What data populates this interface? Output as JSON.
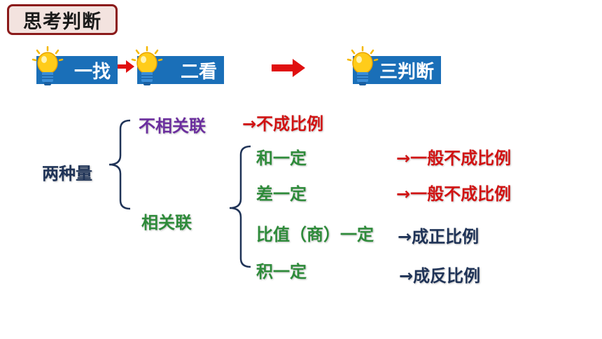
{
  "title": "思考判断",
  "steps": [
    {
      "label": "一找"
    },
    {
      "label": "二看"
    },
    {
      "label": "三判断"
    }
  ],
  "tree": {
    "root": "两种量",
    "unrelated": {
      "label": "不相关联",
      "result": "→不成比例"
    },
    "related": {
      "label": "相关联",
      "items": [
        {
          "label": "和一定",
          "result": "→一般不成比例"
        },
        {
          "label": "差一定",
          "result": "→一般不成比例"
        },
        {
          "label": "比值（商）一定",
          "result": "→成正比例"
        },
        {
          "label": "积一定",
          "result": "→成反比例"
        }
      ]
    }
  },
  "colors": {
    "step_bg": "#1a6fb8",
    "arrow": "#e01010",
    "purple": "#6b2e9e",
    "green": "#2e8b3a",
    "red": "#d11313",
    "navy": "#1f3357"
  },
  "icons": [
    "lightbulb-icon",
    "right-arrow-icon"
  ]
}
